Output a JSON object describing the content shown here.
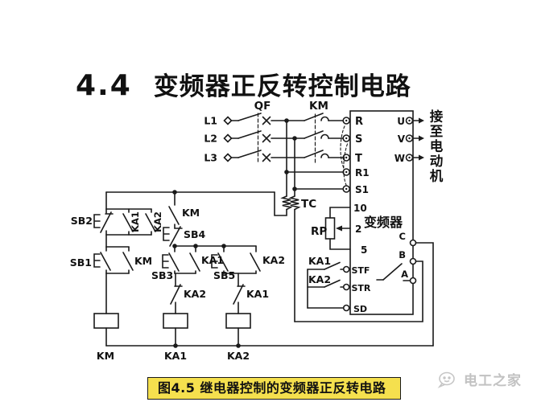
{
  "title": {
    "number": "4.4",
    "text": "变频器正反转控制电路"
  },
  "figure_caption": "图4.5 继电器控制的变频器正反转电路",
  "watermark": "电工之家",
  "inverter_label": "变频器",
  "motor_label": "接至电动机",
  "labels": {
    "l1": "L1",
    "l2": "L2",
    "l3": "L3",
    "qf": "QF",
    "km": "KM",
    "tc": "TC",
    "rp": "RP",
    "sb1": "SB1",
    "sb2": "SB2",
    "sb3": "SB3",
    "sb4": "SB4",
    "sb5": "SB5",
    "ka1": "KA1",
    "ka2": "KA2"
  },
  "terminals": {
    "r": "R",
    "s": "S",
    "t": "T",
    "r1": "R1",
    "s1": "S1",
    "n10": "10",
    "n2": "2",
    "n5": "5",
    "stf": "STF",
    "str": "STR",
    "sd": "SD",
    "u": "U",
    "v": "V",
    "w": "W",
    "c": "C",
    "b": "B",
    "a": "A"
  },
  "colors": {
    "line": "#1a1a1a",
    "caption_bg": "#f5e04e",
    "caption_border": "#1a1a1a",
    "watermark": "#c2c2c2",
    "background": "#ffffff"
  }
}
